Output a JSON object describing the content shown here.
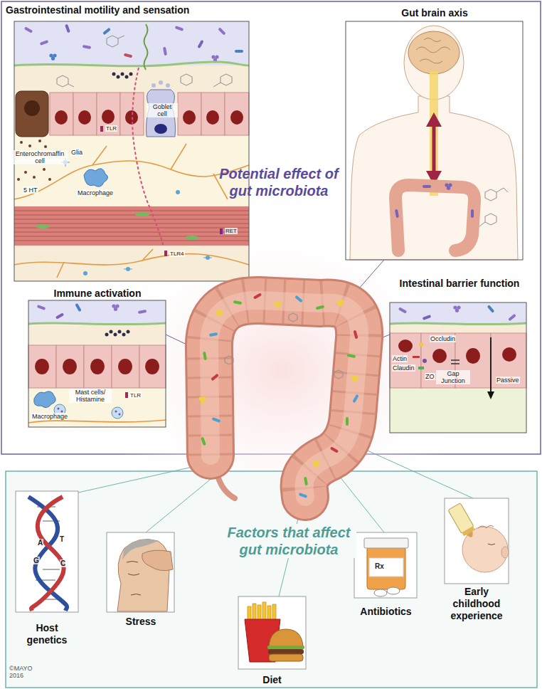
{
  "diagram": {
    "nodes": [
      {
        "text": [
          "Potential effect of gut microbiota"
        ]
      },
      {
        "text": [
          "Gastrointestinal motility and sensation"
        ],
        "in": 0
      },
      {
        "text": [
          "Gut brain axis"
        ],
        "in": 0
      },
      {
        "text": [
          "Immune activation"
        ],
        "in": 0
      },
      {
        "text": [
          "Intestinal barrier function"
        ],
        "in": 0
      },
      {
        "text": [
          "Factors that affect gut microbiota"
        ]
      },
      {
        "text": [
          "Host genetics"
        ],
        "in": 5
      },
      {
        "text": [
          "Stress"
        ],
        "in": 5
      },
      {
        "text": [
          "Diet"
        ],
        "in": 5
      },
      {
        "text": [
          "Antibiotics"
        ],
        "in": 5
      },
      {
        "text": [
          "Early childhood experience"
        ],
        "in": 5
      }
    ],
    "labels": [
      "TLR",
      "Enterochromaffin cell",
      "Glia",
      "5 HT",
      "Macrophage",
      "Goblet cell",
      "TLR4",
      "RET",
      "Mast cells/ Histamine",
      "Macrophage",
      "TLR",
      "Occludin",
      "Actin",
      "Claudin",
      "ZO",
      "Gap Junction",
      "Passive",
      "A",
      "T",
      "G",
      "C",
      "Rx",
      "©MAYO 2016"
    ]
  }
}
